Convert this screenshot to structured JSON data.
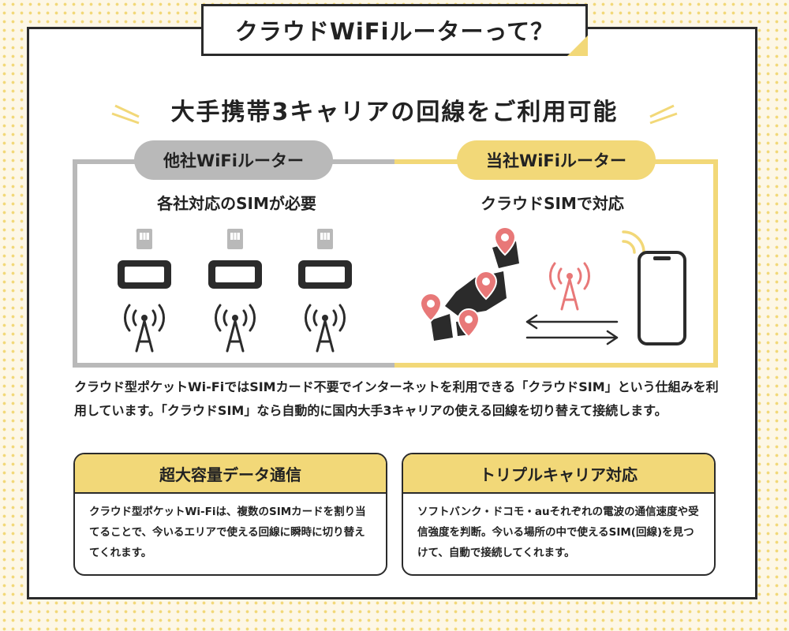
{
  "title": "クラウドWiFiルーターって？",
  "headline": "大手携帯3キャリアの回線をご利用可能",
  "left_panel": {
    "label": "他社WiFiルーター",
    "subtitle": "各社対応のSIMが必要"
  },
  "right_panel": {
    "label": "当社WiFiルーター",
    "subtitle": "クラウドSIMで対応"
  },
  "description": "クラウド型ポケットWi-FiではSIMカード不要でインターネットを利用できる「クラウドSIM」という仕組みを利用しています。「クラウドSIM」なら自動的に国内大手3キャリアの使える回線を切り替えて接続します。",
  "cards": [
    {
      "title": "超大容量データ通信",
      "body": "クラウド型ポケットWi-Fiは、複数のSIMカードを割り当てることで、今いるエリアで使える回線に瞬時に切り替えてくれます。"
    },
    {
      "title": "トリプルキャリア対応",
      "body": "ソフトバンク・ドコモ・auそれぞれの電波の通信速度や受信強度を判断。今いる場所の中で使えるSIM(回線)を見つけて、自動で接続してくれます。"
    }
  ],
  "colors": {
    "accent_yellow": "#f2d878",
    "gray": "#b9b9b9",
    "pin_red": "#e87878",
    "dark": "#2b2b2b"
  },
  "icons": [
    "sim-card-icon",
    "router-icon",
    "antenna-tower-icon",
    "japan-map-icon",
    "location-pin-icon",
    "signal-waves-icon",
    "arrows-icon",
    "smartphone-icon"
  ]
}
